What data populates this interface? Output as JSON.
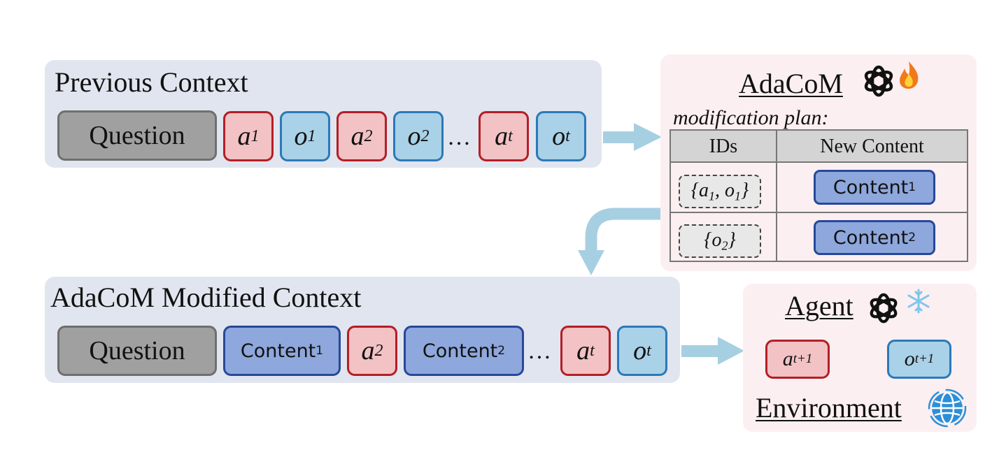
{
  "previous": {
    "title": "Previous Context",
    "question": "Question",
    "tokens": [
      {
        "var": "a",
        "sub": "1",
        "kind": "action"
      },
      {
        "var": "o",
        "sub": "1",
        "kind": "observation"
      },
      {
        "var": "a",
        "sub": "2",
        "kind": "action"
      },
      {
        "var": "o",
        "sub": "2",
        "kind": "observation"
      },
      {
        "var": "a",
        "sub": "t",
        "kind": "action"
      },
      {
        "var": "o",
        "sub": "t",
        "kind": "observation"
      }
    ],
    "ellipsis": "…"
  },
  "adacom": {
    "title": "AdaCoM",
    "model_icon": "openai-logo-icon",
    "status_icon": "fire-icon",
    "plan_label": "modification plan:",
    "table": {
      "headers": [
        "IDs",
        "New Content"
      ],
      "rows": [
        {
          "ids": "{a1, o1}",
          "content": "Content1"
        },
        {
          "ids": "{o2}",
          "content": "Content2"
        }
      ]
    }
  },
  "modified": {
    "title": "AdaCoM Modified Context",
    "question": "Question",
    "content_word": "Content",
    "ellipsis": "…"
  },
  "agent": {
    "title": "Agent",
    "model_icon": "openai-logo-icon",
    "status_icon": "snowflake-icon",
    "action": {
      "var": "a",
      "sub": "t+1"
    },
    "observation": {
      "var": "o",
      "sub": "t+1"
    },
    "env_title": "Environment",
    "env_icon": "globe-icon"
  },
  "colors": {
    "action_fill": "#f2c2c4",
    "action_border": "#b41e25",
    "obs_fill": "#a9d1e7",
    "obs_border": "#2b79b8",
    "content_fill": "#8ea7dc",
    "content_border": "#27489a",
    "arrow": "#a7cfe2"
  }
}
